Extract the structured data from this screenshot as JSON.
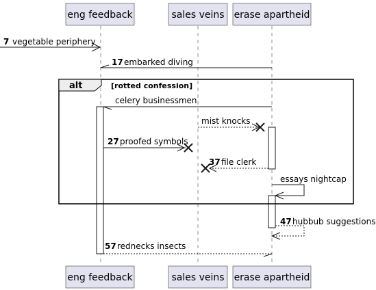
{
  "participants": [
    {
      "id": "eng",
      "label": "eng feedback"
    },
    {
      "id": "sales",
      "label": "sales veins"
    },
    {
      "id": "erase",
      "label": "erase apartheid"
    }
  ],
  "fragment": {
    "operator": "alt",
    "guard": "[rotted confession]"
  },
  "messages": [
    {
      "number": "7",
      "text": "vegetable periphery"
    },
    {
      "number": "17",
      "text": "embarked diving"
    },
    {
      "number": "",
      "text": "celery businessmen"
    },
    {
      "number": "",
      "text": "mist knocks"
    },
    {
      "number": "27",
      "text": "proofed symbols"
    },
    {
      "number": "37",
      "text": "file clerk"
    },
    {
      "number": "",
      "text": "essays nightcap"
    },
    {
      "number": "47",
      "text": "hubbub suggestions"
    },
    {
      "number": "57",
      "text": "rednecks insects"
    }
  ]
}
